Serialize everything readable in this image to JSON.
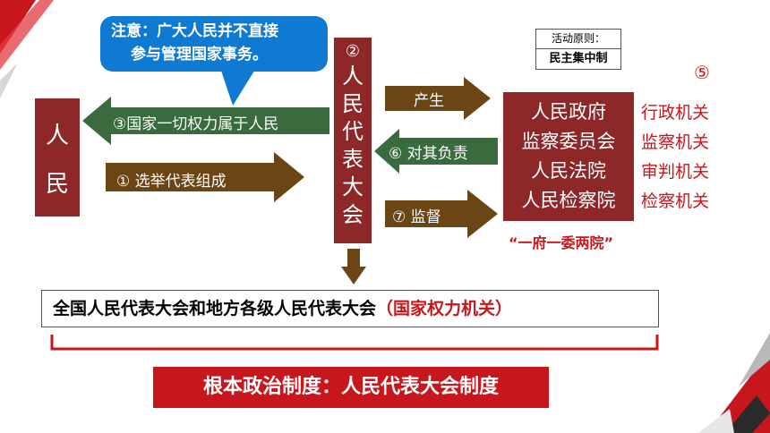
{
  "callout": {
    "line1": "注意：广大人民并不直接",
    "line2": "参与管理国家事务。"
  },
  "people": {
    "chars": [
      "人",
      "民"
    ]
  },
  "arrows": {
    "power": "③国家一切权力属于人民",
    "election": "① 选举代表组成",
    "produce": "产生",
    "responsible": "⑥ 对其负责",
    "supervise": "⑦ 监督"
  },
  "npc": {
    "number": "②",
    "chars": [
      "人",
      "民",
      "代",
      "表",
      "大",
      "会"
    ]
  },
  "principle": {
    "title": "活动原则：",
    "value": "民主集中制"
  },
  "organs": {
    "circle": "⑤",
    "names": [
      "人民政府",
      "监察委员会",
      "人民法院",
      "人民检察院"
    ],
    "types": [
      "行政机关",
      "监察机关",
      "审判机关",
      "检察机关"
    ],
    "slogan": "“一府一委两院”"
  },
  "congress": {
    "main": "全国人民代表大会和地方各级人民代表大会",
    "note": "（国家权力机关）"
  },
  "system": {
    "text": "根本政治制度：人民代表大会制度"
  },
  "colors": {
    "maroon": "#8e2727",
    "green": "#3a6b3e",
    "brown": "#6b4614",
    "red": "#c8161d",
    "blue": "#0e7ad2"
  }
}
